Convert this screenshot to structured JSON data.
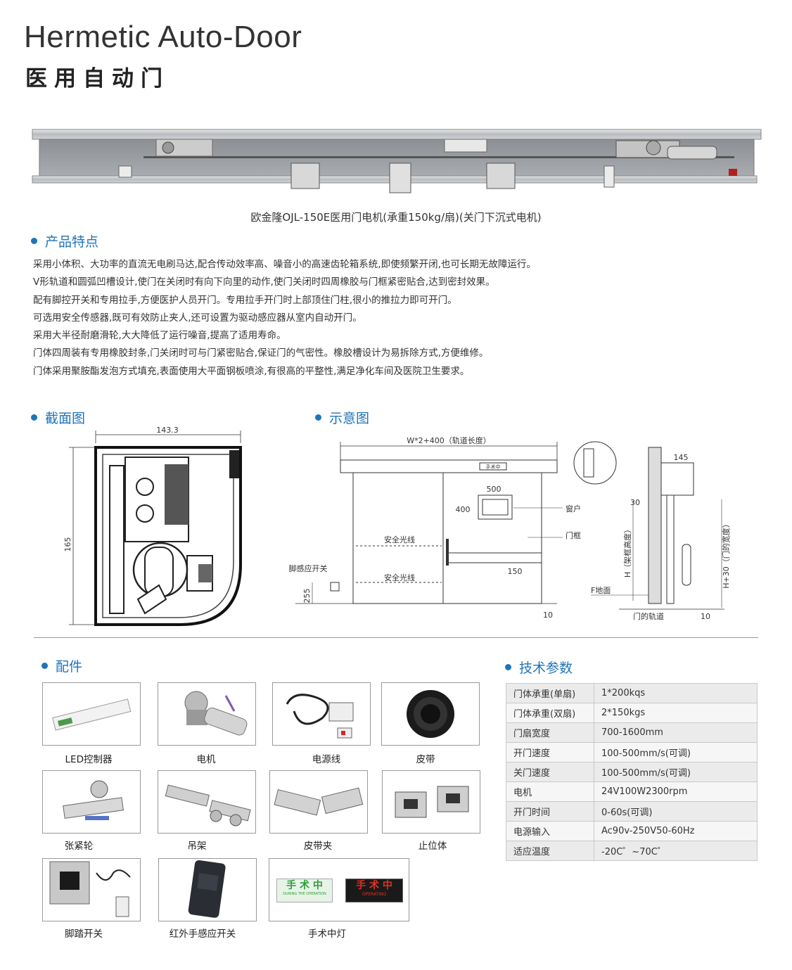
{
  "header": {
    "title_en": "Hermetic  Auto-Door",
    "title_cn": "医用自动门"
  },
  "product_caption": "欧金隆OJL-150E医用门电机(承重150kg/扇)(关门下沉式电机)",
  "features": {
    "heading": "产品特点",
    "lines": [
      "采用小体积、大功率的直流无电刷马达,配合传动效率高、噪音小的高速齿轮箱系统,即使频繁开闭,也可长期无故障运行。",
      "V形轨道和圆弧凹槽设计,使门在关闭时有向下向里的动作,使门关闭时四周橡胶与门框紧密贴合,达到密封效果。",
      "配有脚控开关和专用拉手,方便医护人员开门。专用拉手开门时上部顶住门柱,很小的推拉力即可开门。",
      "可选用安全传感器,既可有效防止夹人,还可设置为驱动感应器从室内自动开门。",
      "采用大半径耐磨滑轮,大大降低了运行噪音,提高了适用寿命。",
      "门体四周装有专用橡胶封条,门关闭时可与门紧密贴合,保证门的气密性。橡胶槽设计为易拆除方式,方便维修。",
      "门体采用聚胺酯发泡方式填充,表面使用大平面钢板喷涂,有很高的平整性,满足净化车间及医院卫生要求。"
    ]
  },
  "section_view": {
    "heading": "截面图",
    "width_label": "143.3",
    "height_label": "165"
  },
  "schematic": {
    "heading": "示意图",
    "track_length": "W*2+400（轨道长度）",
    "sign": "手术中",
    "window_w": "500",
    "window_h": "400",
    "window_label": "窗户",
    "frame_label": "门框",
    "beam1": "安全光线",
    "beam2": "安全光线",
    "foot_switch": "脚感应开关",
    "foot_h": "255",
    "handle_h": "150",
    "gap": "10",
    "side_w": "145",
    "side_top": "30",
    "side_h": "H（架框高度）",
    "side_h2": "H+30（门的宽度）",
    "floor": "F地面",
    "track": "门的轨道",
    "side_gap": "10"
  },
  "accessories": {
    "heading": "配件",
    "items": [
      "LED控制器",
      "电机",
      "电源线",
      "皮带",
      "张紧轮",
      "吊架",
      "皮带夹",
      "止位体",
      "脚踏开关",
      "红外手感应开关",
      "手术中灯"
    ],
    "lamp_green": "手 术 中",
    "lamp_green_sub": "DURING THE OPERATION",
    "lamp_red": "手 术 中",
    "lamp_red_sub": "OPERATING"
  },
  "specs": {
    "heading": "技术参数",
    "rows": [
      {
        "k": "门体承重(单扇)",
        "v": "1*200kqs"
      },
      {
        "k": "门体承重(双扇)",
        "v": "2*150kgs"
      },
      {
        "k": "门扇宽度",
        "v": "700-1600mm"
      },
      {
        "k": "开门速度",
        "v": "100-500mm/s(可调)"
      },
      {
        "k": "关门速度",
        "v": "100-500mm/s(可调)"
      },
      {
        "k": "电机",
        "v": "24V100W2300rpm"
      },
      {
        "k": "开门时间",
        "v": "0-60s(可调)"
      },
      {
        "k": "电源输入",
        "v": "Ac90v-250V50-60Hz"
      },
      {
        "k": "适应温度",
        "v": "-20C゜~70C゜"
      }
    ]
  },
  "colors": {
    "accent": "#1f74b8",
    "red_lamp": "#e0301e",
    "green_lamp": "#2f9e3a"
  }
}
